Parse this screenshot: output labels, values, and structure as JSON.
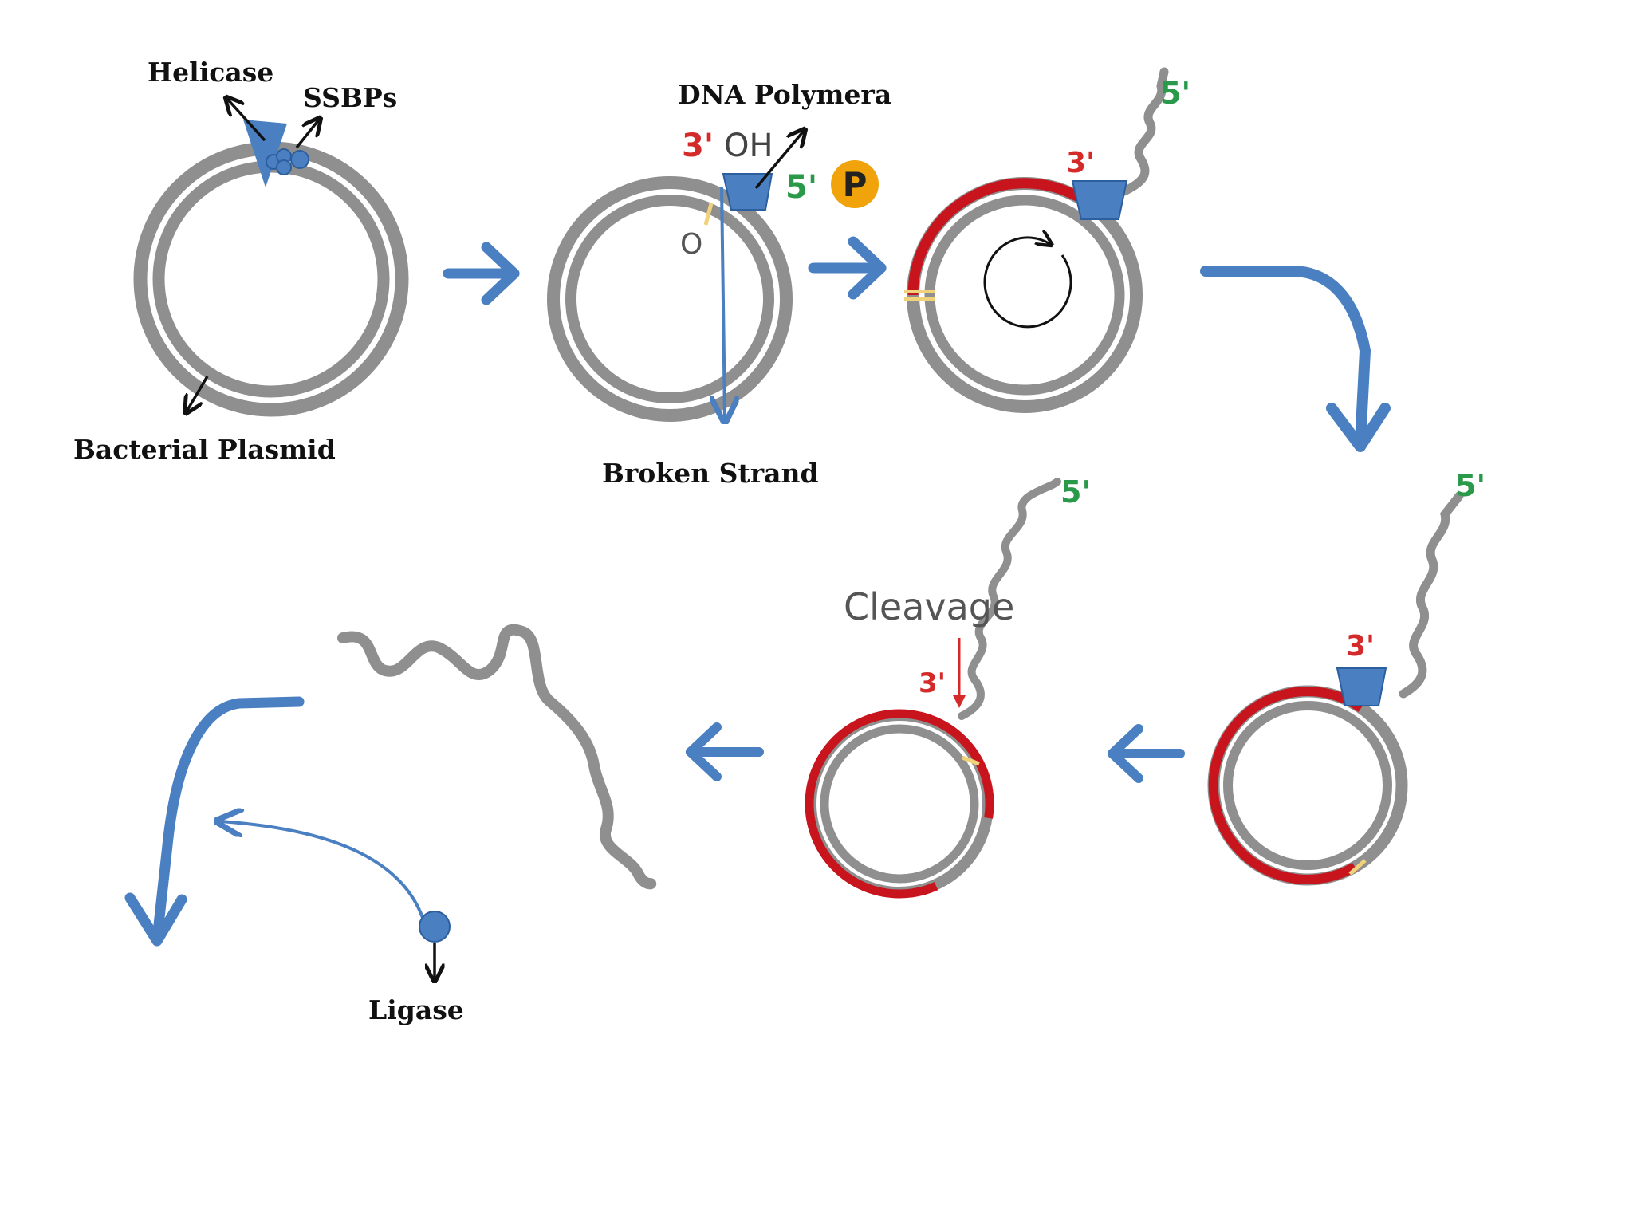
{
  "labels": {
    "helicase": "Helicase",
    "ssbps": "SSBPs",
    "bacterial_plasmid": "Bacterial Plasmid",
    "dna_polymerase": "DNA Polymera",
    "broken_strand": "Broken Strand",
    "ligase": "Ligase",
    "cleavage": "Cleavage"
  },
  "end_marks": {
    "three_prime": "3'",
    "three_prime_oh": "3' OH",
    "five_prime": "5'",
    "phosphate": "P",
    "oxygen": "O"
  },
  "colors": {
    "dna_strand": "#8f8f8f",
    "new_strand": "#c8141c",
    "enzyme": "#4a7fc1",
    "arrow": "#4a7fc1",
    "label_arrow": "#111111",
    "three_prime": "#d42a2a",
    "five_prime": "#2a9a4a",
    "phosphate_badge": "#f0a30a",
    "nick": "#efd27a"
  },
  "icons": [
    "helicase-icon",
    "ssbp-icon",
    "dna-polymerase-icon",
    "ligase-icon",
    "phosphate-icon",
    "rotation-icon"
  ]
}
